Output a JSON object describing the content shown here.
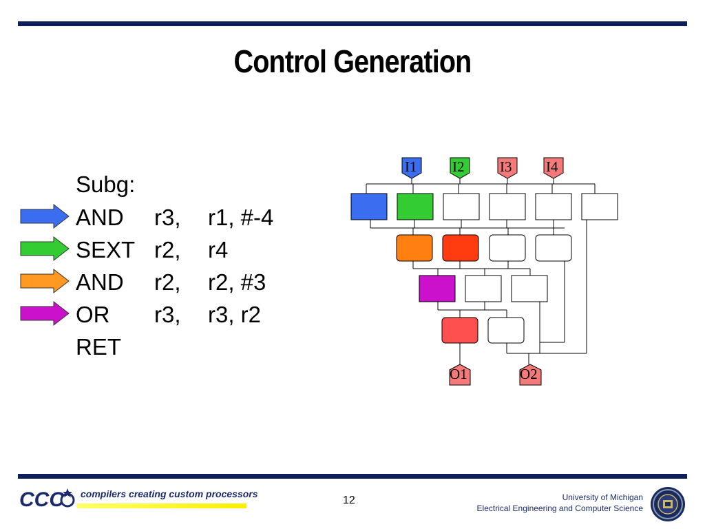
{
  "title": "Control Generation",
  "code": {
    "lines": [
      {
        "c1": "Subg:",
        "c2": "",
        "c3": ""
      },
      {
        "c1": "AND",
        "c2": "r3,",
        "c3": "r1, #-4"
      },
      {
        "c1": "SEXT",
        "c2": "r2,",
        "c3": "r4"
      },
      {
        "c1": "AND",
        "c2": "r2,",
        "c3": "r2, #3"
      },
      {
        "c1": "OR",
        "c2": "r3,",
        "c3": "r3, r2"
      },
      {
        "c1": "RET",
        "c2": "",
        "c3": ""
      }
    ],
    "arrow_colors": [
      "#3a6df0",
      "#33cc33",
      "#ff9922",
      "#cc11cc"
    ]
  },
  "diagram": {
    "inputs": [
      {
        "label": "I1",
        "color": "#3a6df0"
      },
      {
        "label": "I2",
        "color": "#33cc33"
      },
      {
        "label": "I3",
        "color": "#f47a7a"
      },
      {
        "label": "I4",
        "color": "#f47a7a"
      }
    ],
    "outputs": [
      {
        "label": "O1",
        "color": "#f47a7a"
      },
      {
        "label": "O2",
        "color": "#f47a7a"
      }
    ],
    "row1_colors": [
      "#3a6df0",
      "#33cc33",
      "#ffffff",
      "#ffffff",
      "#ffffff",
      "#ffffff"
    ],
    "row2_colors": [
      "#ff7f11",
      "#ff3b0f",
      "#ffffff",
      "#ffffff"
    ],
    "row3_colors": [
      "#cc11cc",
      "#ffffff",
      "#ffffff"
    ],
    "row4_colors": [
      "#ff5050",
      "#ffffff"
    ]
  },
  "footer": {
    "brand_tagline": "compilers creating custom processors",
    "brand_logo_text": "CCC",
    "page_number": "12",
    "affiliation_line1": "University of Michigan",
    "affiliation_line2": "Electrical Engineering and Computer Science"
  }
}
